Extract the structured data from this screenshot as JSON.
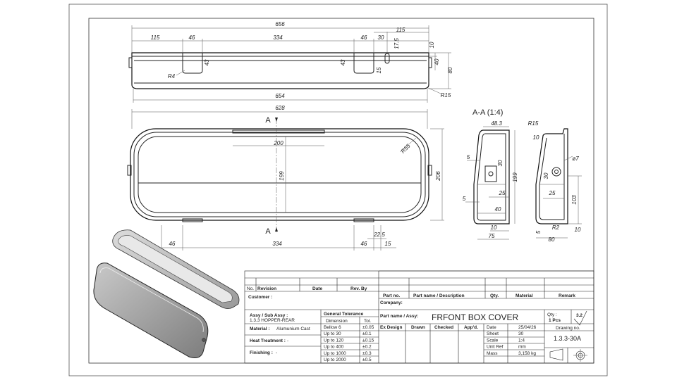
{
  "top_view": {
    "dims": {
      "overall": "656",
      "left": "115",
      "slot1": "46",
      "center": "334",
      "slot2": "46",
      "gap": "30",
      "right": "115",
      "small": "17.5",
      "h10": "10",
      "h40": "40",
      "h80": "80",
      "notch1": "43",
      "notch2": "43",
      "r4": "R4",
      "n15": "15",
      "bottom": "654",
      "r15": "R15"
    }
  },
  "plan_view": {
    "dims": {
      "overall": "628",
      "slot": "200",
      "height": "206",
      "inner": "199",
      "radius": "R55",
      "b46a": "46",
      "b334": "334",
      "b46b": "46",
      "b15": "15",
      "b225": "22.5"
    },
    "section_mark_top": "A",
    "section_mark_bottom": "A"
  },
  "section": {
    "title": "A-A (1:4)",
    "dims": {
      "w483": "48.3",
      "r15": "R15",
      "t10": "10",
      "d5a": "5",
      "d30a": "30",
      "d199": "199",
      "d25a": "25",
      "d5b": "5",
      "d40": "40",
      "d10b": "10",
      "d75": "75",
      "d30b": "30",
      "d7": "ø7",
      "d25b": "25",
      "d103": "103",
      "r2": "R2",
      "d5c": "5",
      "d10c": "10",
      "d80": "80"
    }
  },
  "title_block": {
    "rev_no": "No.",
    "rev_revision": "Revision",
    "rev_date": "Date",
    "rev_by": "Rev. By",
    "customer_label": "Customer :",
    "part_no": "Part no.",
    "part_name_desc": "Part name / Description",
    "qty": "Qty.",
    "material_h": "Material",
    "remark": "Remark",
    "company": "Company:",
    "assy_label": "Assy / Sub Assy :",
    "assy_value": "1.3.3  HOPPER-REAR",
    "material_label": "Material :",
    "material_value": "Alumunium Cast",
    "heat_label": "Heat Treatment :",
    "heat_value": "-",
    "finishing_label": "Finishing :",
    "finishing_value": "-",
    "gen_tol": "General Tolerance",
    "dimension": "Dimension",
    "tol": "Tol.",
    "tol_rows": [
      [
        "Bellow 6",
        "±0.05"
      ],
      [
        "Up to 30",
        "±0.1"
      ],
      [
        "Up to 120",
        "±0.15"
      ],
      [
        "Up to 400",
        "±0.2"
      ],
      [
        "Up to 1000",
        "±0.3"
      ],
      [
        "Up to 2000",
        "±0.5"
      ]
    ],
    "part_assy_label": "Part name / Assy:",
    "part_title": "FRFONT BOX COVER",
    "qty_label": "Qty :",
    "qty_value": "1 Pcs",
    "roughness": "3.2",
    "ex_design": "Ex Design",
    "drawn": "Drawn",
    "checked": "Checked",
    "appd": "App'd.",
    "info": [
      [
        "Date",
        "25/04/26"
      ],
      [
        "Sheet",
        "30"
      ],
      [
        "Scale",
        "1:4"
      ],
      [
        "Unit Ref",
        "mm"
      ],
      [
        "Mass",
        "3,158 kg"
      ]
    ],
    "drawing_no_label": "Drawing no.",
    "drawing_no": "1.3.3-30A"
  }
}
